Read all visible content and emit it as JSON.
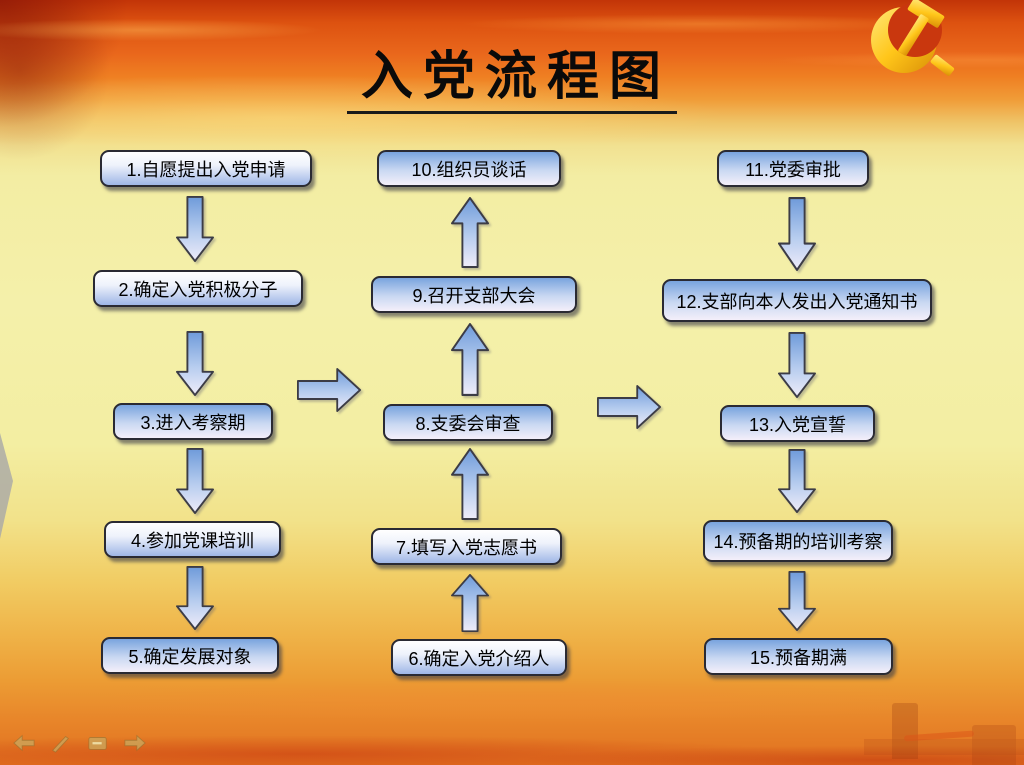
{
  "slide": {
    "title": "入党流程图"
  },
  "flowchart": {
    "columns": [
      {
        "id": "left",
        "flow": "down",
        "boxes": [
          "1.自愿提出入党申请",
          "2.确定入党积极分子",
          "3.进入考察期",
          "4.参加党课培训",
          "5.确定发展对象"
        ]
      },
      {
        "id": "middle",
        "flow": "up",
        "boxes": [
          "10.组织员谈话",
          "9.召开支部大会",
          "8.支委会审查",
          "7.填写入党志愿书",
          "6.确定入党介绍人"
        ]
      },
      {
        "id": "right",
        "flow": "down",
        "boxes": [
          "11.党委审批",
          "12.支部向本人发出入党通知书",
          "13.入党宣誓",
          "14.预备期的培训考察",
          "15.预备期满"
        ]
      }
    ],
    "connectors": {
      "left_to_middle": "right-arrow",
      "middle_to_right": "right-arrow"
    }
  },
  "icons": {
    "emblem": "party-emblem-hammer-sickle",
    "nav": [
      "previous-slide-arrow",
      "pen-tool",
      "menu-box",
      "next-slide-arrow"
    ]
  },
  "colors": {
    "box_border": "#2a2a33",
    "box_blue": "#79a4de",
    "arrow_blue_top": "#6f9bda",
    "arrow_blue_bottom": "#efecf9",
    "emblem_gold": "#ffc61a",
    "sky_red": "#c23408",
    "sky_yellow": "#f4f0aa"
  }
}
